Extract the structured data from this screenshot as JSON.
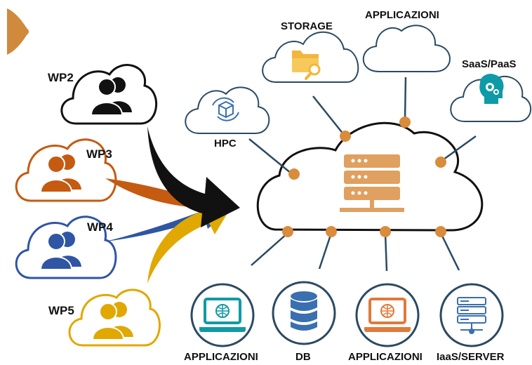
{
  "labels": {
    "wp2": "WP2",
    "wp3": "WP3",
    "wp4": "WP4",
    "wp5": "WP5",
    "storage": "STORAGE",
    "applicazioni_top": "APPLICAZIONI",
    "saas_paas": "SaaS/PaaS",
    "hpc": "HPC",
    "applicazioni_bottom_1": "APPLICAZIONI",
    "db": "DB",
    "applicazioni_bottom_2": "APPLICAZIONI",
    "iaas_server": "IaaS/SERVER"
  },
  "colors": {
    "wp2": "#111111",
    "wp3": "#c55a11",
    "wp4": "#2f55a4",
    "wp5": "#e0a800",
    "cloud_outline": "#2b4a63",
    "node": "#d98c3c",
    "server": "#e0a060",
    "teal": "#0e9aa7",
    "play": "#d08a3c"
  },
  "icons": [
    "people-icon",
    "folder-search-icon",
    "cube-cycle-icon",
    "gear-head-icon",
    "laptop-globe-icon",
    "database-icon",
    "server-rack-icon"
  ]
}
